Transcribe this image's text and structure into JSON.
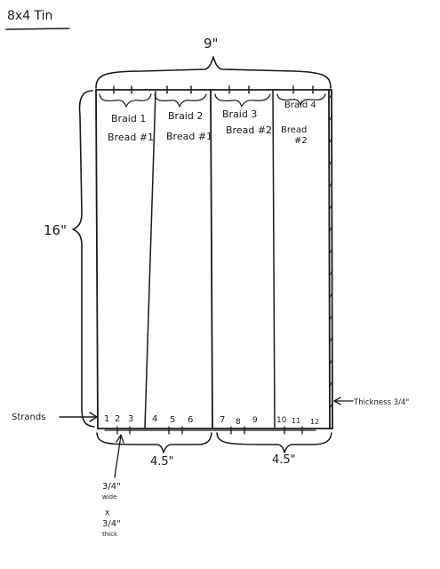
{
  "title": "8x4 Tin",
  "width_label": "9\"",
  "height_label": "16\"",
  "half_width_labels": [
    "4.5\"",
    "4.5\""
  ],
  "thickness_label": "Thickness 3/4\"",
  "strands_label": "Strands",
  "strand_size_label": [
    "3/4\"",
    "wide",
    "x",
    "3/4\"",
    "thick"
  ],
  "braids": [
    {
      "name": "Braid 1",
      "bread": "Bread #1"
    },
    {
      "name": "Braid 2",
      "bread": "Bread #1"
    },
    {
      "name": "Braid 3",
      "bread": "Bread #2"
    },
    {
      "name": "Braid 4",
      "bread": "#2",
      "bread_prefix": "Bread"
    }
  ],
  "strand_numbers": [
    "1",
    "2",
    "3",
    "4",
    "5",
    "6",
    "7",
    "8",
    "9",
    "10",
    "11",
    "12"
  ]
}
